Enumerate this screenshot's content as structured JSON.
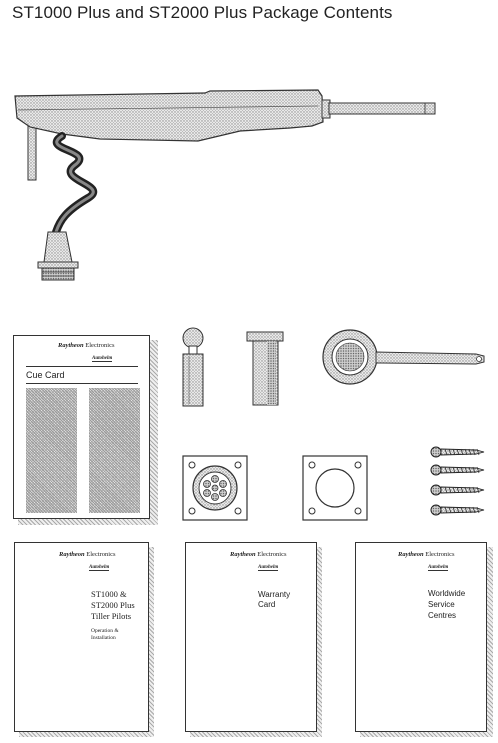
{
  "title": "ST1000 Plus and ST2000 Plus Package Contents",
  "cue_card": {
    "brand_bold": "Raytheon",
    "brand_rest": " Electronics",
    "sub": "Autohelm",
    "label": "Cue Card"
  },
  "manual": {
    "brand_bold": "Raytheon",
    "brand_rest": " Electronics",
    "sub": "Autohelm",
    "line1": "ST1000 &",
    "line2": "ST2000 Plus",
    "line3": "Tiller Pilots",
    "line4": "Operation &",
    "line5": "Installation"
  },
  "warranty": {
    "brand_bold": "Raytheon",
    "brand_rest": " Electronics",
    "sub": "Autohelm",
    "line1": "Warranty",
    "line2": "Card"
  },
  "service": {
    "brand_bold": "Raytheon",
    "brand_rest": " Electronics",
    "sub": "Autohelm",
    "line1": "Worldwide",
    "line2": "Service",
    "line3": "Centres"
  }
}
